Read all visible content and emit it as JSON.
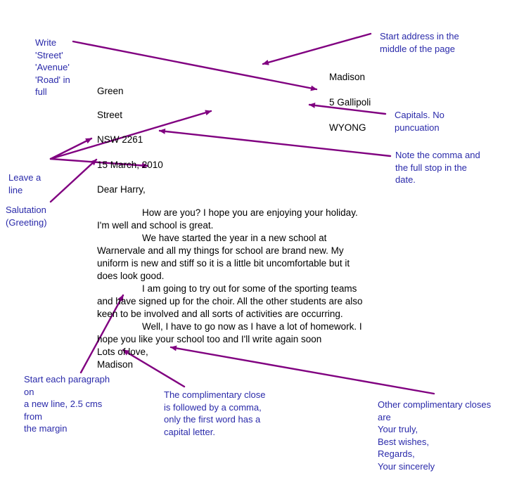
{
  "colors": {
    "annotation_text": "#2a2aaa",
    "arrow": "#800080",
    "letter_text": "#000000"
  },
  "letter": {
    "address_top": "Madison",
    "address_line2_left": "Green",
    "address_line2_right": "5 Gallipoli",
    "address_line3_left": "Street",
    "address_line3_right": "WYONG",
    "postcode": "NSW 2261",
    "date": "15 March, 2010",
    "salutation": "Dear Harry,",
    "body": [
      "How are you? I hope you are enjoying your holiday.",
      "I'm well and school is great.",
      "We have started the year in a new school at",
      "Warnervale and all my things for school are brand new. My",
      "uniform is new and stiff so it is a little bit uncomfortable but it",
      "does look good.",
      "I am going to try out for some of the sporting teams",
      "and have signed up for the choir. All the other students are also",
      "keen to be involved and all sorts of activities are occurring.",
      "Well, I have to go now as I have a lot of homework. I",
      "hope you like your school too and I'll write again soon"
    ],
    "close": "Lots of love,",
    "signature": "Madison"
  },
  "annotations": {
    "street_full": [
      "Write",
      "'Street'",
      "'Avenue'",
      "'Road' in",
      "full"
    ],
    "address_middle": [
      "Start address in the",
      "middle of the page"
    ],
    "capitals": [
      "Capitals. No",
      "puncuation"
    ],
    "comma_date": [
      "Note the comma and",
      "the full stop in the",
      "date."
    ],
    "leave_line": [
      "Leave a",
      "line"
    ],
    "salutation": [
      "Salutation",
      "(Greeting)"
    ],
    "paragraph": [
      "Start each paragraph",
      "on",
      "a new line, 2.5 cms",
      "from",
      "the margin"
    ],
    "comp_close": [
      "The complimentary close",
      "is followed by a comma,",
      "only the first word has a",
      "capital letter."
    ],
    "other_closes": [
      "Other complimentary closes",
      "are",
      "Your truly,",
      "Best wishes,",
      "Regards,",
      "Your sincerely"
    ]
  }
}
